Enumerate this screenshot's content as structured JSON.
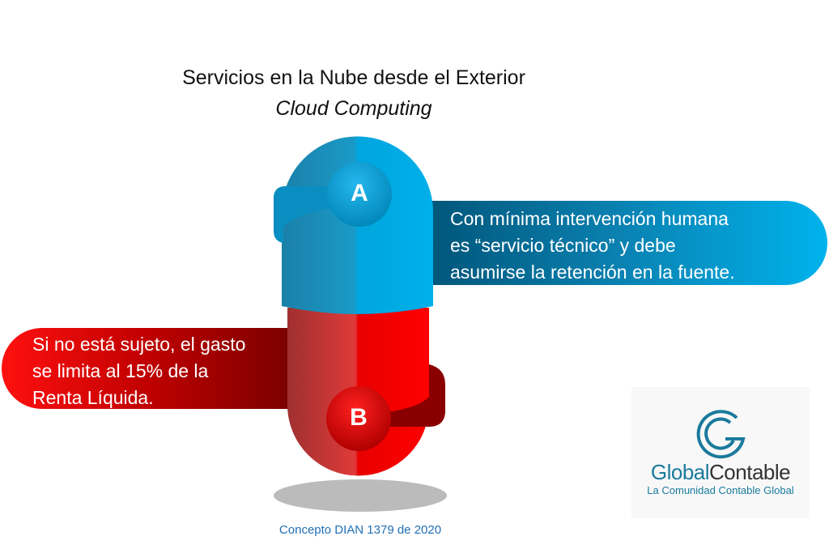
{
  "title": {
    "line1": "Servicios en la Nube desde el Exterior",
    "line2": "Cloud Computing"
  },
  "item_a": {
    "label": "A",
    "lines": [
      "Con mínima intervención humana",
      "es “servicio técnico” y debe",
      "asumirse la retención en la fuente."
    ],
    "color": "#00aee8"
  },
  "item_b": {
    "label": "B",
    "lines": [
      "Si no está sujeto, el gasto",
      "se limita al 15% de la",
      "Renta Líquida."
    ],
    "color": "#ff0000"
  },
  "footnote": "Concepto DIAN 1379 de 2020",
  "logo": {
    "name_part1": "Global",
    "name_part2": "Contable",
    "tagline": "La Comunidad Contable Global"
  }
}
